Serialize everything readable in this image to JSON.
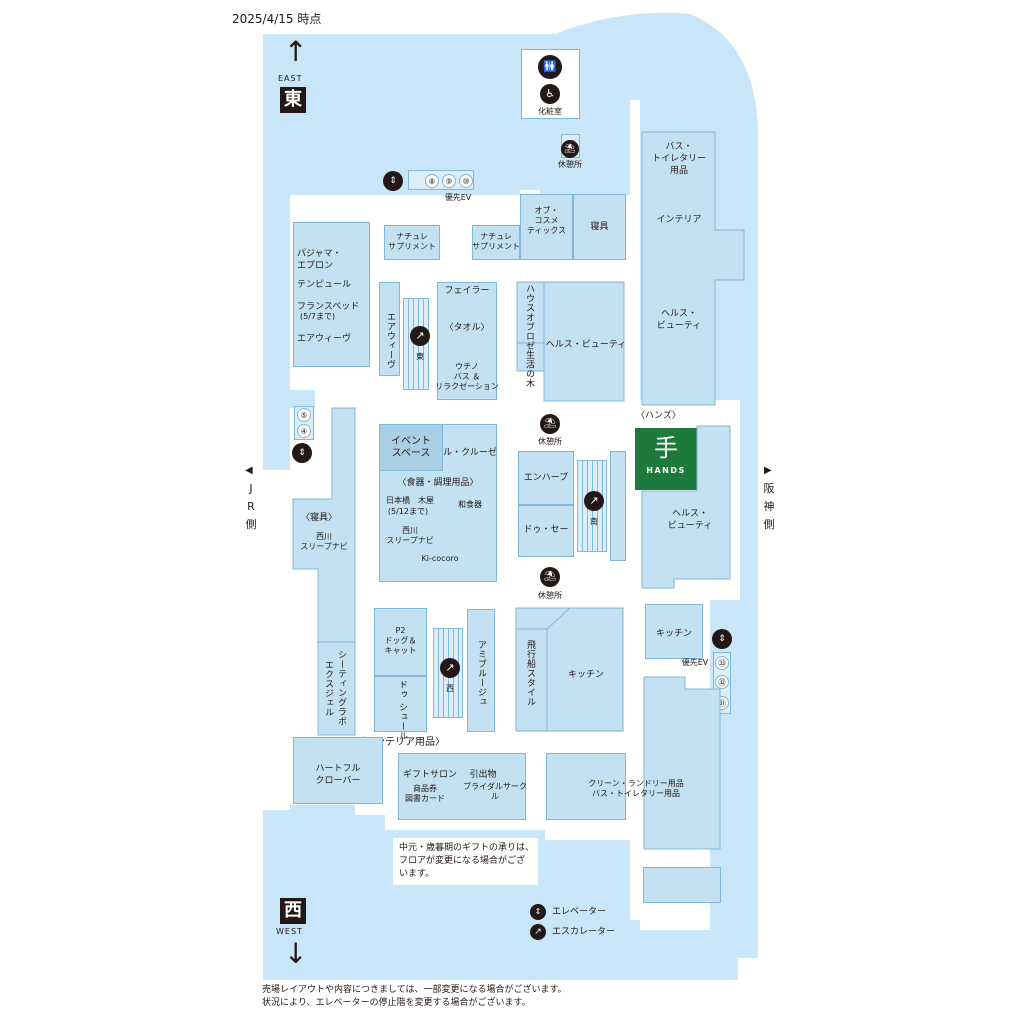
{
  "date_label": "2025/4/15 時点",
  "directions": {
    "east_en": "EAST",
    "east_kanji": "東",
    "west_en": "WEST",
    "west_kanji": "西",
    "left_side": "J\nR\n側",
    "right_side": "阪\n神\n側"
  },
  "facilities": {
    "restroom_label": "化粧室",
    "rest_area": "休憩所",
    "priority_ev": "優先EV",
    "escalator_east": "東",
    "escalator_south": "南",
    "escalator_west": "西"
  },
  "elevator_numbers_top": [
    "⑧",
    "⑨",
    "⑩"
  ],
  "elevator_numbers_left": [
    "⑤",
    "④"
  ],
  "elevator_numbers_right": [
    "㉝",
    "㉜",
    "㉛"
  ],
  "shops": {
    "pajama": "パジャマ・\nエプロン",
    "tempur": "テンピュール",
    "france_bed": "フランスベッド",
    "france_bed_note": "(5/7まで)",
    "airweave": "エアウィーヴ",
    "nachure1": "ナチュレ\nサプリメント",
    "nachure2": "ナチュレ\nサプリメント",
    "opu_cosme": "オブ・\nコスメ\nティックス",
    "shingu": "寝具",
    "bath_toiletry_top": "バス・\nトイレタリー\n用品",
    "interior": "インテリア",
    "health_beauty_right_top": "ヘルス・\nビューティ",
    "airweave_v": "エアウィーヴ",
    "feiler": "フェイラー",
    "towel": "〈タオル〉",
    "uchino": "ウチノ\nバス ＆\nリラクゼーション",
    "hus_v": "ハウスオブロゼ",
    "seikatsu_v": "生活の木",
    "health_beauty_mid": "ヘルス・ビューティ",
    "hands_section": "〈ハンズ〉",
    "hands_logo": "HANDS",
    "health_beauty_hands": "ヘルス・\nビューティ",
    "event_space": "イベント\nスペース",
    "le_creuset": "ル・クルーゼ",
    "shokki": "〈食器・調理用品〉",
    "nihonbashi": "日本橋　木屋",
    "nihonbashi_note": "(5/12まで)",
    "washokki": "和食器",
    "nishikawa_sleep": "西川\nスリープナビ",
    "kicocoro": "Ki-cocoro",
    "enherb": "エンハーブ",
    "dou_se": "ドゥ・セー",
    "shingu_left": "〈寝具〉",
    "nishikawa_left": "西川\nスリープナビ",
    "p2": "P2\nドッグ＆\nキャット",
    "dou_shure_v": "ドゥ シュール",
    "amirouge_v": "アミブルージュ",
    "hikousen_v": "飛行船スタイル",
    "kitchen_center": "キッチン",
    "kitchen_right": "キッチン",
    "seating_v": "シーティングラボ",
    "ekusujeru_v": "エクスジェル",
    "interior_section": "〈インテリア用品〉",
    "heartful": "ハートフル\nクローバー",
    "gift_salon": "ギフトサロン",
    "shohinken": "商品券\n図書カード",
    "hikidemono": "引出物",
    "bridal": "ブライダルサークル",
    "clean_laundry": "クリーン・ランドリー用品\nバス・トイレタリー用品"
  },
  "notice": "中元・歳暮期のギフトの承りは、\nフロアが変更になる場合がござ\nいます。",
  "legend": {
    "elevator": "エレベーター",
    "escalator": "エスカレーター"
  },
  "footer": {
    "line1": "売場レイアウトや内容につきましては、一部変更になる場合がございます。",
    "line2": "状況により、エレベーターの停止階を変更する場合がございます。"
  },
  "colors": {
    "floor": "#c8e6f7",
    "shop": "#c4e1f2",
    "hands_green": "#1e7a3c",
    "event_space": "#a9cfe4"
  }
}
